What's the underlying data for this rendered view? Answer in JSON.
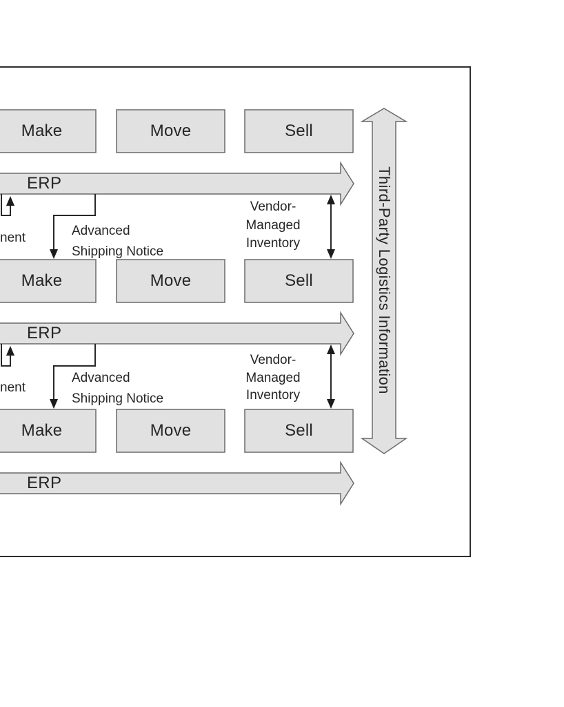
{
  "colors": {
    "background": "#ffffff",
    "shape_fill": "#e1e1e1",
    "shape_stroke": "#6b6b6b",
    "frame_stroke": "#2e2e2e",
    "connector": "#282828",
    "text": "#262626"
  },
  "rows": [
    {
      "boxes": [
        {
          "label": "Make"
        },
        {
          "label": "Move"
        },
        {
          "label": "Sell"
        }
      ],
      "erp_label": "ERP"
    },
    {
      "boxes": [
        {
          "label": "Make"
        },
        {
          "label": "Move"
        },
        {
          "label": "Sell"
        }
      ],
      "erp_label": "ERP"
    },
    {
      "boxes": [
        {
          "label": "Make"
        },
        {
          "label": "Move"
        },
        {
          "label": "Sell"
        }
      ],
      "erp_label": "ERP"
    }
  ],
  "annotations": {
    "replenishment_fragment": "nent",
    "asn_line1": "Advanced",
    "asn_line2": "Shipping Notice",
    "vmi_line1": "Vendor-",
    "vmi_line2": "Managed",
    "vmi_line3": "Inventory",
    "third_party_logistics": "Third-Party Logistics Information"
  }
}
